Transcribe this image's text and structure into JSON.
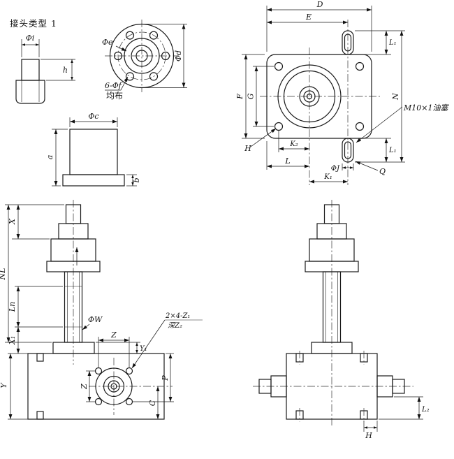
{
  "colors": {
    "ink": "#1a1a1a",
    "background": "#ffffff"
  },
  "title": "接头类型 1",
  "viewA": {
    "phi_i": "Φi",
    "h": "h"
  },
  "viewB": {
    "phi_e": "Φe",
    "phi_d": "Φd",
    "holes": "6-Φf",
    "even": "均布"
  },
  "viewC": {
    "phi_c": "Φc",
    "a": "a",
    "b": "b"
  },
  "viewD": {
    "D": "D",
    "E": "E",
    "L1t": "L₁",
    "N": "N",
    "plug": "M10×1油塞",
    "F": "F",
    "G": "G",
    "H": "H",
    "K2": "K₂",
    "L": "L",
    "phiJ": "ΦJ",
    "K1": "K₁",
    "Q": "Q",
    "L1b": "L₁"
  },
  "viewE": {
    "X": "X",
    "NL": "NL",
    "Ln": "Ln",
    "X1": "X₁",
    "phiW": "ΦW",
    "Zh": "Z",
    "Y1": "Y₁",
    "note1": "2×4-Z₁",
    "note2": "深Z₂",
    "Zv": "Z",
    "Y": "Y",
    "P": "P",
    "C": "C"
  },
  "viewF": {
    "L2": "L₂",
    "H": "H"
  }
}
